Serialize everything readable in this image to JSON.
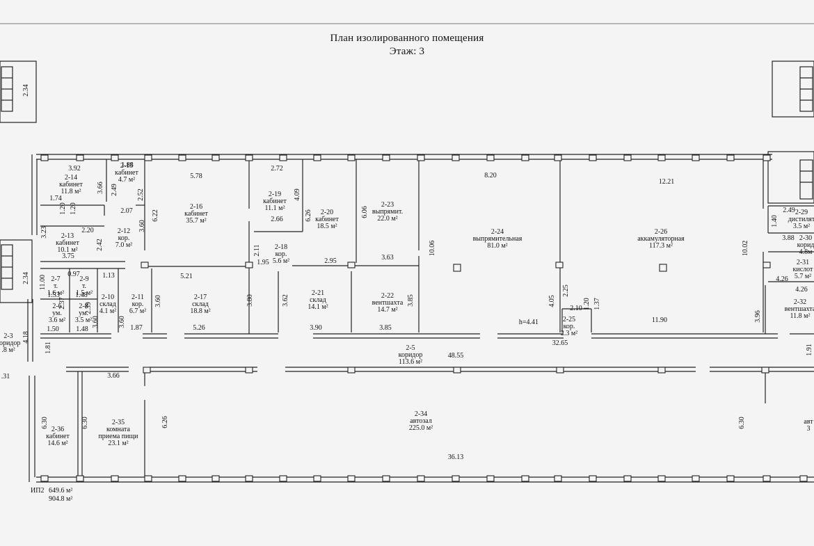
{
  "title": "План изолированного помещения",
  "floor": "Этаж: 3",
  "rooms": [
    {
      "id": "r2-14",
      "lines": [
        "2-14",
        "кабинет",
        "11.8 м²"
      ]
    },
    {
      "id": "r2-15",
      "lines": [
        "2-15",
        "кабинет",
        "4.7 м²"
      ]
    },
    {
      "id": "r2-16",
      "lines": [
        "2-16",
        "кабинет",
        "35.7 м²"
      ]
    },
    {
      "id": "r2-19",
      "lines": [
        "2-19",
        "кабинет",
        "11.1 м²"
      ]
    },
    {
      "id": "r2-20",
      "lines": [
        "2-20",
        "кабинет",
        "18.5 м²"
      ]
    },
    {
      "id": "r2-23",
      "lines": [
        "2-23",
        "выпрямит.",
        "22.0 м²"
      ]
    },
    {
      "id": "r2-24",
      "lines": [
        "2-24",
        "выпрямительная",
        "81.0 м²"
      ]
    },
    {
      "id": "r2-26",
      "lines": [
        "2-26",
        "аккамуляторная",
        "117.3 м²"
      ]
    },
    {
      "id": "r2-29",
      "lines": [
        "2-29",
        "дистилят",
        "3.5 м²"
      ]
    },
    {
      "id": "r2-30",
      "lines": [
        "2-30",
        "корид",
        "4.8м"
      ]
    },
    {
      "id": "r2-31",
      "lines": [
        "2-31",
        "кислот",
        "5.7 м²"
      ]
    },
    {
      "id": "r2-32",
      "lines": [
        "2-32",
        "вентшахта",
        "11.8 м²"
      ]
    },
    {
      "id": "r2-13",
      "lines": [
        "2-13",
        "кабинет",
        "10.1 м²"
      ]
    },
    {
      "id": "r2-12",
      "lines": [
        "2-12",
        "кор.",
        "7.0 м²"
      ]
    },
    {
      "id": "r2-18",
      "lines": [
        "2-18",
        "кор.",
        "5.6 м²"
      ]
    },
    {
      "id": "r2-7",
      "lines": [
        "2-7",
        "т.",
        "1.6 м²"
      ]
    },
    {
      "id": "r2-9",
      "lines": [
        "2-9",
        "т.",
        "1.5 м²"
      ]
    },
    {
      "id": "r2-6",
      "lines": [
        "2-6",
        "ум.",
        "3.6 м²"
      ]
    },
    {
      "id": "r2-8",
      "lines": [
        "2-8",
        "ум.",
        "3.5 м²"
      ]
    },
    {
      "id": "r2-10",
      "lines": [
        "2-10",
        "склад",
        "4.1 м²"
      ]
    },
    {
      "id": "r2-11",
      "lines": [
        "2-11",
        "кор.",
        "6.7 м²"
      ]
    },
    {
      "id": "r2-17",
      "lines": [
        "2-17",
        "склад",
        "18.8 м²"
      ]
    },
    {
      "id": "r2-21",
      "lines": [
        "2-21",
        "склад",
        "14.1 м²"
      ]
    },
    {
      "id": "r2-22",
      "lines": [
        "2-22",
        "вентшахта",
        "14.7 м²"
      ]
    },
    {
      "id": "r2-25",
      "lines": [
        "2-25",
        "кор.",
        "2.3 м²"
      ]
    },
    {
      "id": "r2-3",
      "lines": [
        "2-3",
        "коридор",
        ".8 м²"
      ]
    },
    {
      "id": "r2-5",
      "lines": [
        "2-5",
        "коридор",
        "113.6 м²"
      ]
    },
    {
      "id": "r2-36",
      "lines": [
        "2-36",
        "кабинет",
        "14.6 м²"
      ]
    },
    {
      "id": "r2-35",
      "lines": [
        "2-35",
        "комната",
        "приема пищи",
        "23.1 м²"
      ]
    },
    {
      "id": "r2-34",
      "lines": [
        "2-34",
        "автозал",
        "225.0 м²"
      ]
    },
    {
      "id": "r-right",
      "lines": [
        "авт",
        "3"
      ]
    }
  ],
  "dimensions": [
    "2.34",
    "2.34",
    "3.92",
    "1.88",
    "3.66",
    "2.49",
    "2.52",
    "5.78",
    "2.72",
    "4.09",
    "12.21",
    "8.20",
    "1.74",
    "1.20",
    "1.20",
    "2.07",
    "6.22",
    "3.60",
    "6.26",
    "6.06",
    "3.23",
    "2.20",
    "2.42",
    "2.66",
    "2.11",
    "2.95",
    "3.63",
    "10.06",
    "10.02",
    "2.49",
    "1.40",
    "3.88",
    "3.75",
    "1.95",
    "5.21",
    "1.13",
    "11.00",
    "0.97",
    "1.53",
    "2.37",
    "1.48",
    "2.39",
    "3.60",
    "3.60",
    "3.60",
    "3.80",
    "3.62",
    "3.85",
    "4.05",
    "2.25",
    "2.10",
    "11.90",
    "4.26",
    "4.26",
    "3.96",
    "1.20",
    "1.37",
    "h=4.41",
    "1.50",
    "1.48",
    "1.87",
    "5.26",
    "3.90",
    "3.85",
    "32.65",
    "4.18",
    "1.81",
    "48.55",
    "3.66",
    ".31",
    "6.30",
    "6.30",
    "6.26",
    "6.30",
    "36.13",
    "1.91"
  ],
  "summary": {
    "name": "ИП2",
    "line1": "649.6 м²",
    "line2": "904.8 м²"
  }
}
